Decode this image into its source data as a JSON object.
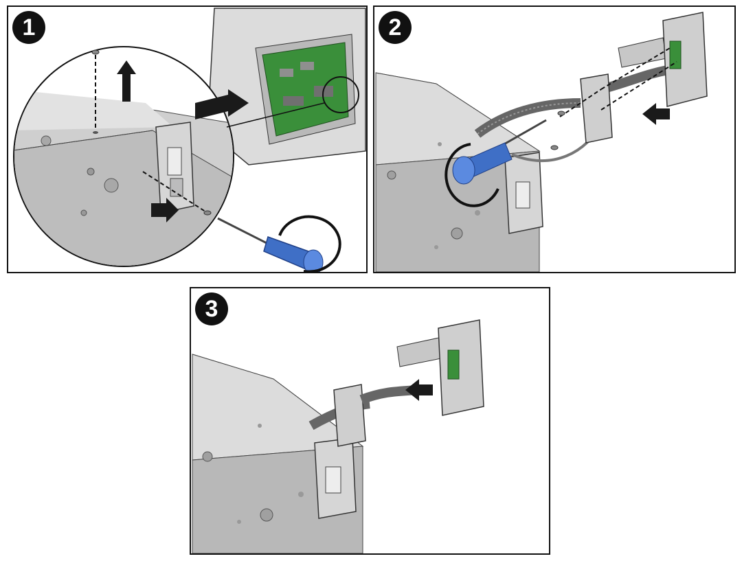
{
  "steps": [
    {
      "number": "1"
    },
    {
      "number": "2"
    },
    {
      "number": "3"
    }
  ],
  "icons": {
    "screwdriver": "screwdriver-icon",
    "rotation": "rotation-arrow-icon",
    "direction": "direction-arrow-icon",
    "screw": "screw-icon",
    "magnifier": "magnifier-callout-icon"
  },
  "colors": {
    "panel_border": "#111111",
    "chassis_fill": "#c9c9c9",
    "chassis_dark": "#8f8f8f",
    "board_green": "#3a8f3a",
    "screwdriver_blue": "#3f6fc6",
    "arrow_fill": "#1a1a1a"
  }
}
